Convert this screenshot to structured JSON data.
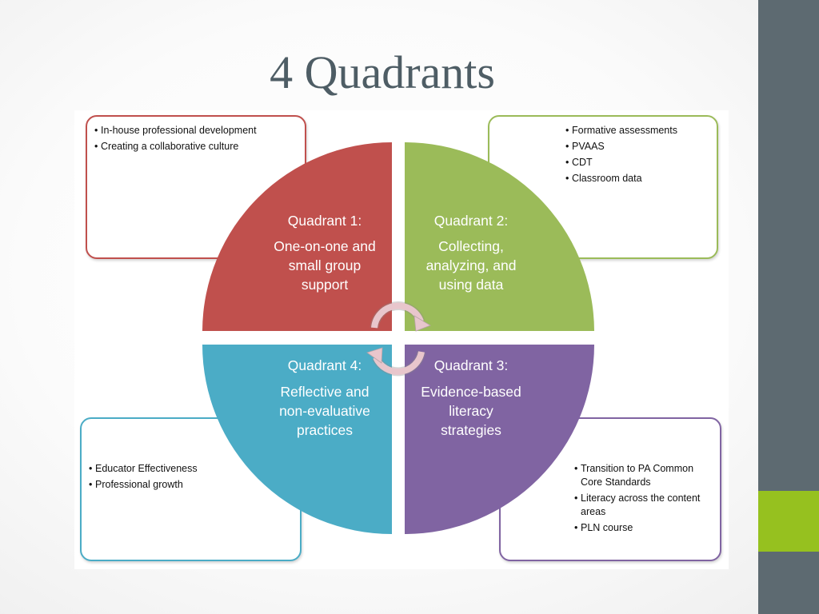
{
  "slide": {
    "title": "4 Quadrants"
  },
  "quadrants": [
    {
      "heading": "Quadrant 1:",
      "lines": [
        "One-on-one and",
        "small group",
        "support"
      ],
      "color": "#c0504d"
    },
    {
      "heading": "Quadrant 2:",
      "lines": [
        "Collecting,",
        "analyzing, and",
        "using data"
      ],
      "color": "#9bbb59"
    },
    {
      "heading": "Quadrant 3:",
      "lines": [
        "Evidence-based",
        "literacy",
        "strategies"
      ],
      "color": "#8064a2"
    },
    {
      "heading": "Quadrant 4:",
      "lines": [
        "Reflective and",
        "non-evaluative",
        "practices"
      ],
      "color": "#4bacc6"
    }
  ],
  "boxes": {
    "top_left": {
      "items": [
        "In-house professional development",
        "Creating a collaborative culture"
      ]
    },
    "top_right": {
      "items": [
        "Formative assessments",
        "PVAAS",
        "CDT",
        "Classroom data"
      ]
    },
    "bottom_left": {
      "items": [
        "Educator Effectiveness",
        "Professional growth"
      ]
    },
    "bottom_right": {
      "items": [
        "Transition to PA Common Core Standards",
        "Literacy across the content areas",
        "PLN course"
      ]
    }
  },
  "bullet_char": "•",
  "colors": {
    "sidebar": "#5d6a71",
    "sidebar_accent": "#96c11f",
    "title": "#4e5d65",
    "cycle_arrows": "#e8c6cc"
  }
}
